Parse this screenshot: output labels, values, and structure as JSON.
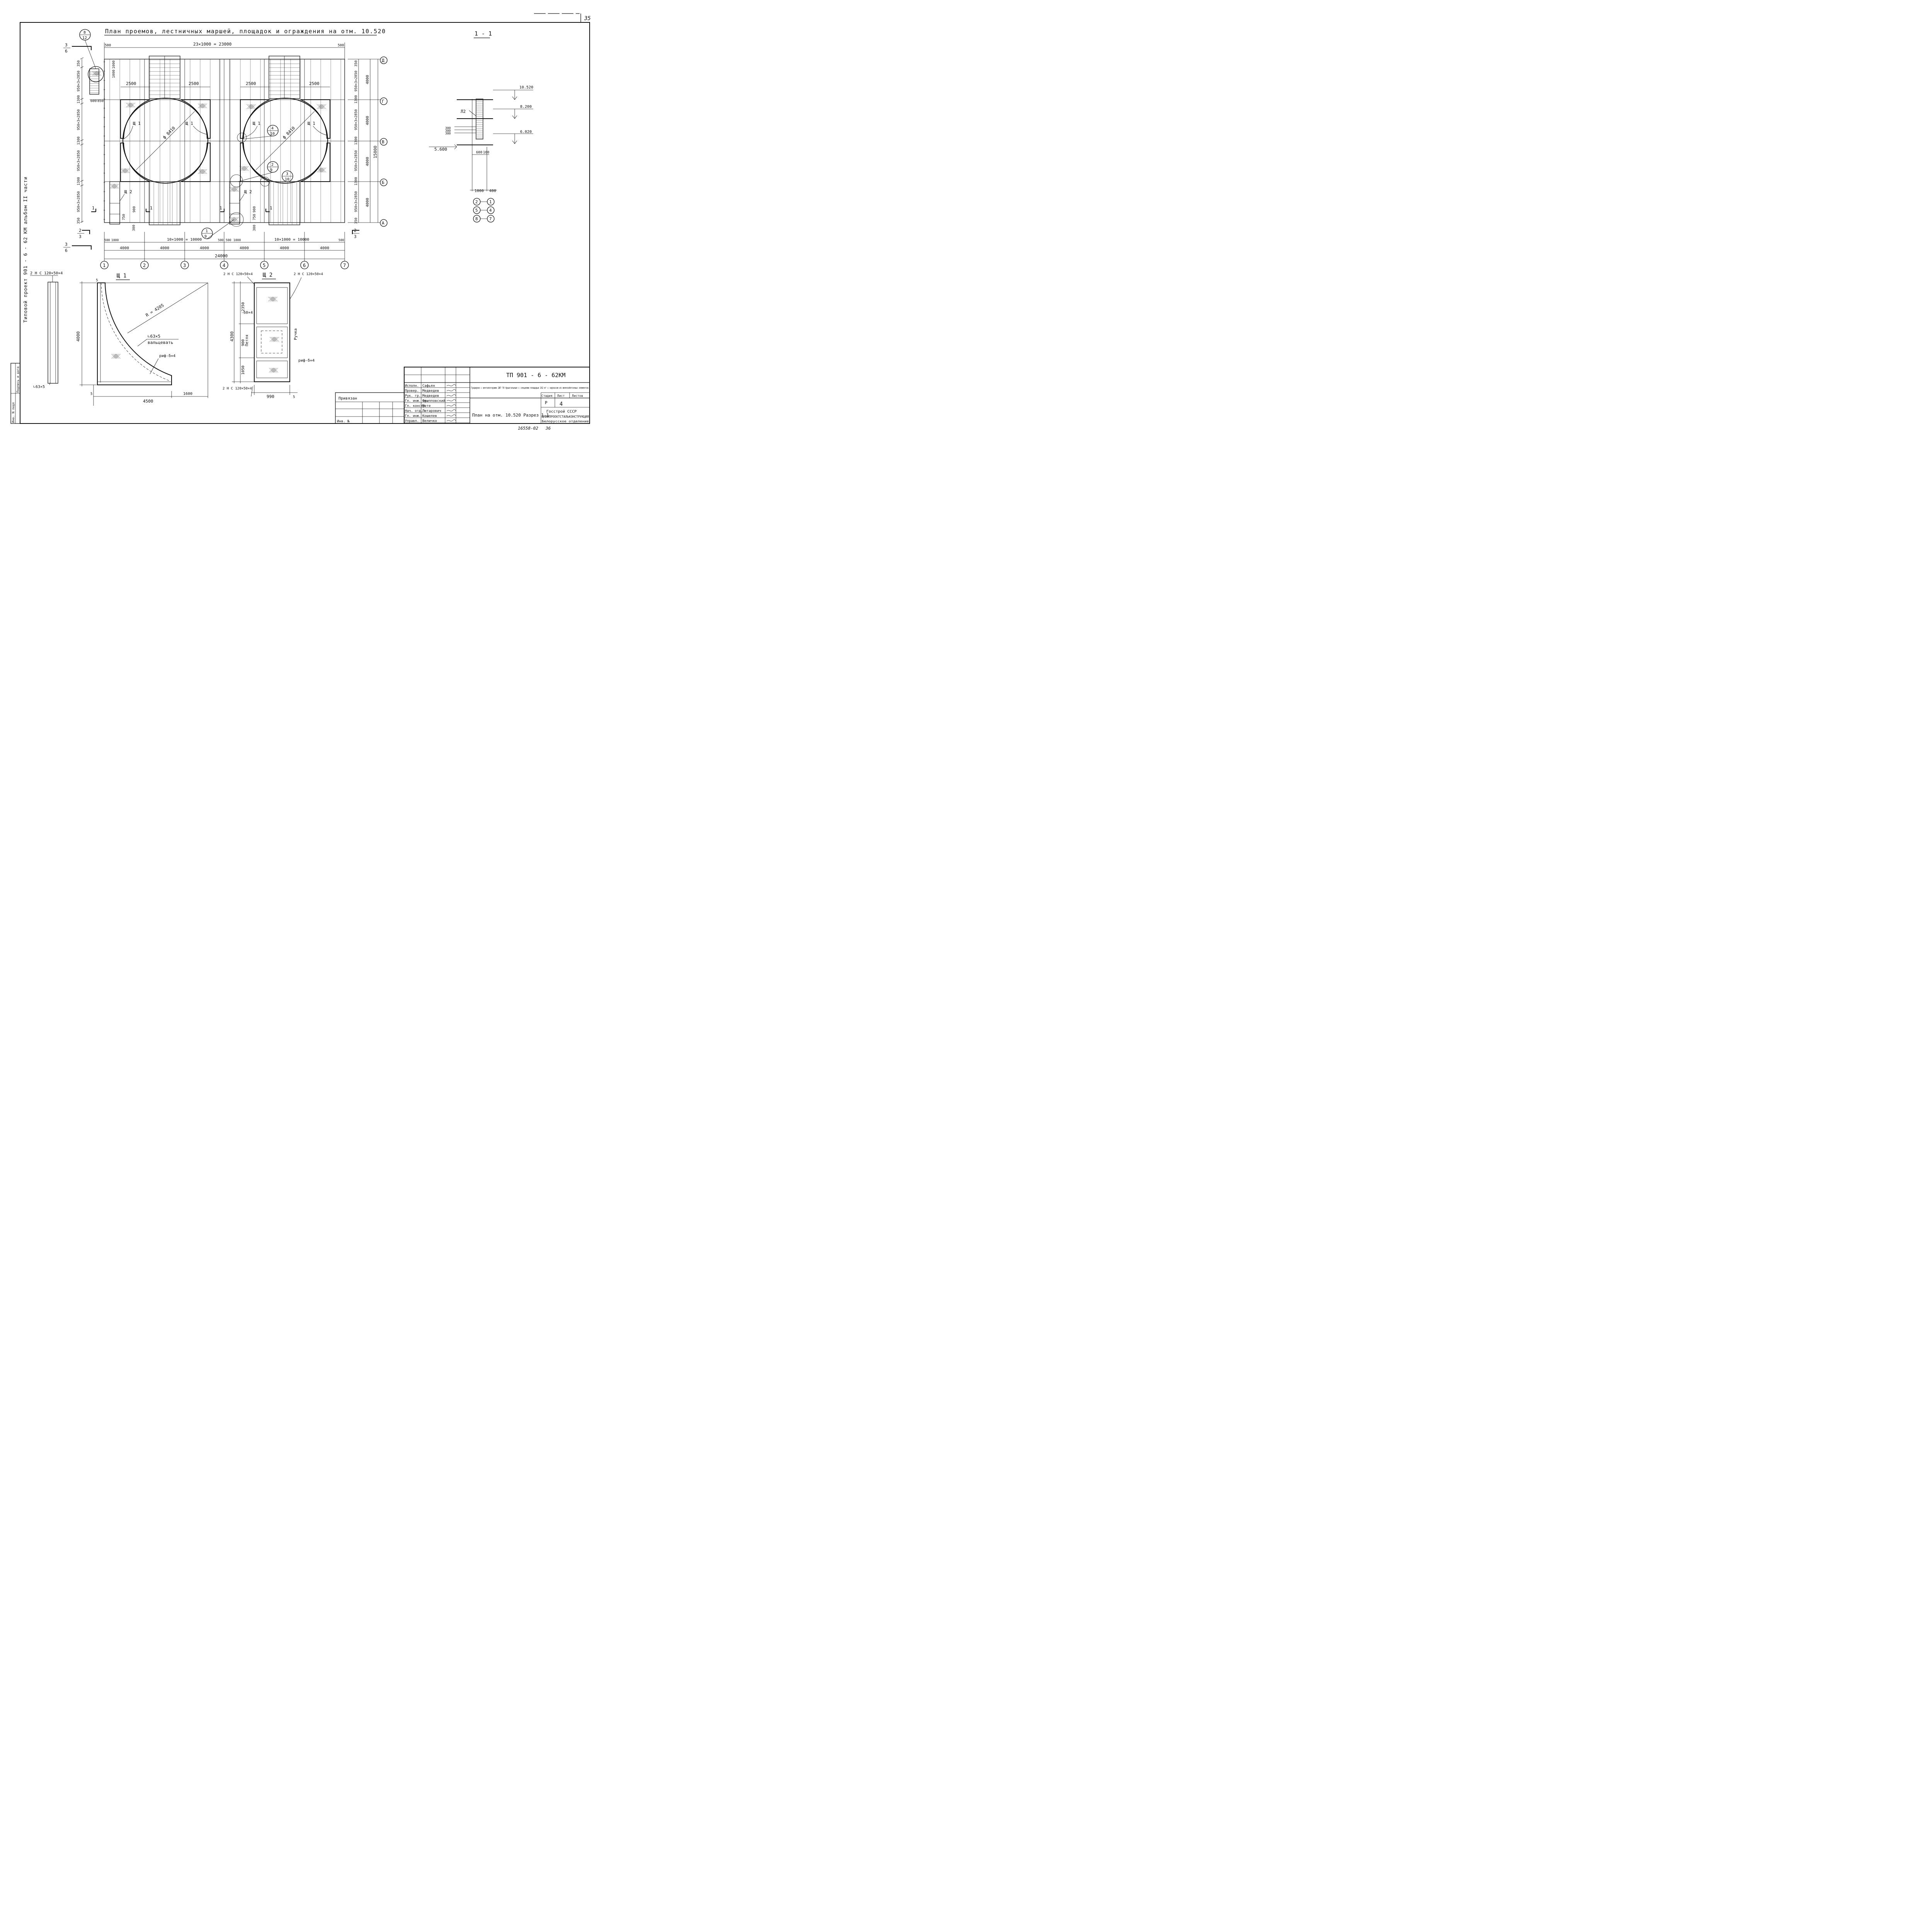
{
  "page_number": "35",
  "side_title": "Типовой   проект   901 - 6 - 62 КМ    альбом  II  части",
  "side_stamp": [
    "Инв. N подл",
    "Подпись и дата"
  ],
  "plan": {
    "title": "План проемов, лестничных маршей, площадок и ограждения на отм. 10.520",
    "top_dim": "23×1000 = 23000",
    "top_end_dims": [
      "500",
      "500"
    ],
    "bottom_dims": [
      "10×1000 = 10000",
      "10×1000 = 10000"
    ],
    "bottom_small": [
      "500",
      "1000",
      "500",
      "500",
      "1000",
      "500"
    ],
    "bays": [
      "4000",
      "4000",
      "4000",
      "4000",
      "4000",
      "4000"
    ],
    "overall": "24000",
    "axes_bottom": [
      "1",
      "2",
      "3",
      "4",
      "5",
      "6",
      "7"
    ],
    "axes_right": [
      "Д",
      "Г",
      "В",
      "Б",
      "А"
    ],
    "right_dims_inner": [
      "350",
      "950×3=2850",
      "1300",
      "950×3=2850",
      "1300",
      "950×3=2850",
      "1300",
      "950×3=2850",
      "350"
    ],
    "right_dims_mid": [
      "4000",
      "4000",
      "4000",
      "4000"
    ],
    "right_overall": "15000",
    "left_dims": [
      "350",
      "950×3=2850",
      "1300",
      "950×3=2850",
      "1300",
      "950×3=2850",
      "1300",
      "950×3=2850",
      "350"
    ],
    "openings": [
      "2500",
      "2500",
      "2500",
      "2500"
    ],
    "diameter": "ф 8410",
    "shield_labels": [
      "Щ 1",
      "Щ 1",
      "Щ 1",
      "Щ 1",
      "Щ 2",
      "Щ 2"
    ],
    "section_marks": [
      "1",
      "1",
      "1",
      "1"
    ],
    "misc_dims": [
      "600",
      "850",
      "1000",
      "1000",
      "750",
      "900",
      "300",
      "750",
      "900",
      "300"
    ],
    "callouts": [
      {
        "num": "8",
        "den": "12"
      },
      {
        "num": "4",
        "den": "10"
      },
      {
        "num": "2",
        "den": "9"
      },
      {
        "num": "3",
        "den": "10"
      },
      {
        "num": "1",
        "den": "9"
      }
    ],
    "view_marks": [
      {
        "num": "3",
        "den": "6"
      },
      {
        "num": "2",
        "den": "3"
      },
      {
        "num": "3",
        "den": "6"
      },
      {
        "num": "2",
        "den": "3"
      }
    ]
  },
  "section": {
    "title": "1 - 1",
    "elevations": [
      "10.520",
      "8.200",
      "6.020",
      "5.600"
    ],
    "label": "Л2",
    "small_dims": [
      "300",
      "300",
      "300"
    ],
    "dims": [
      "600",
      "100",
      "1000",
      "400"
    ],
    "pairs": [
      [
        "2",
        "1"
      ],
      [
        "5",
        "4"
      ],
      [
        "8",
        "7"
      ]
    ]
  },
  "shield1": {
    "title": "Щ 1",
    "top_note": "2 Н С 120×50×4",
    "radius": "R = 4205",
    "angle": "∟63×5",
    "note": "вальцевать",
    "rif": "риф-δ=4",
    "height": "4000",
    "width": "4500",
    "right_dim": "1600",
    "small": [
      "5",
      "5"
    ],
    "bottom_angle": "∟63×5"
  },
  "shield2": {
    "title": "Щ 2",
    "top_left_note": "2 Н С 120×50×4",
    "top_right_note": "2 Н С 120×50×4",
    "strip": "-60×4",
    "loop": "Петля",
    "handle": "Ручка",
    "rif": "риф-δ=4",
    "heights": [
      "2350",
      "900",
      "1050"
    ],
    "total": "4300",
    "bottom_note": "2 Н С 120×50×4",
    "width": "990",
    "small": "5"
  },
  "title_block": {
    "code": "ТП 901 - 6 - 62КМ",
    "description": "Градирни с вентиляторами 2ВГ-70 брызгальные с секциями площадью 192 м² с каркасом из железобетонных элементов",
    "roles": [
      "Исполн.",
      "Провер.",
      "Рук. гр.",
      "Гл. инж. пр.",
      "Гл. констр.",
      "Нач. отд.",
      "Гл. инж.",
      "Управл."
    ],
    "names": [
      "Сафьян",
      "Медведев",
      "Медведев",
      "Окипповский",
      "Мете",
      "Лютарович",
      "Кошелев",
      "Величко"
    ],
    "sheet_title": "План на отм. 10.520   Разрез 1-1",
    "stage_label": "Стадия",
    "sheet_label": "Лист",
    "sheets_label": "Листов",
    "stage": "Р",
    "sheet": "4",
    "org": [
      "Госстрой СССР",
      "ЦНИИПРОЕКТСТАЛЬКОНСТРУКЦИЯ",
      "Белорусское отделение"
    ],
    "bound": "Привязан",
    "inv": "Инв. №",
    "archive": "16558-02",
    "archive_sheet": "36"
  }
}
